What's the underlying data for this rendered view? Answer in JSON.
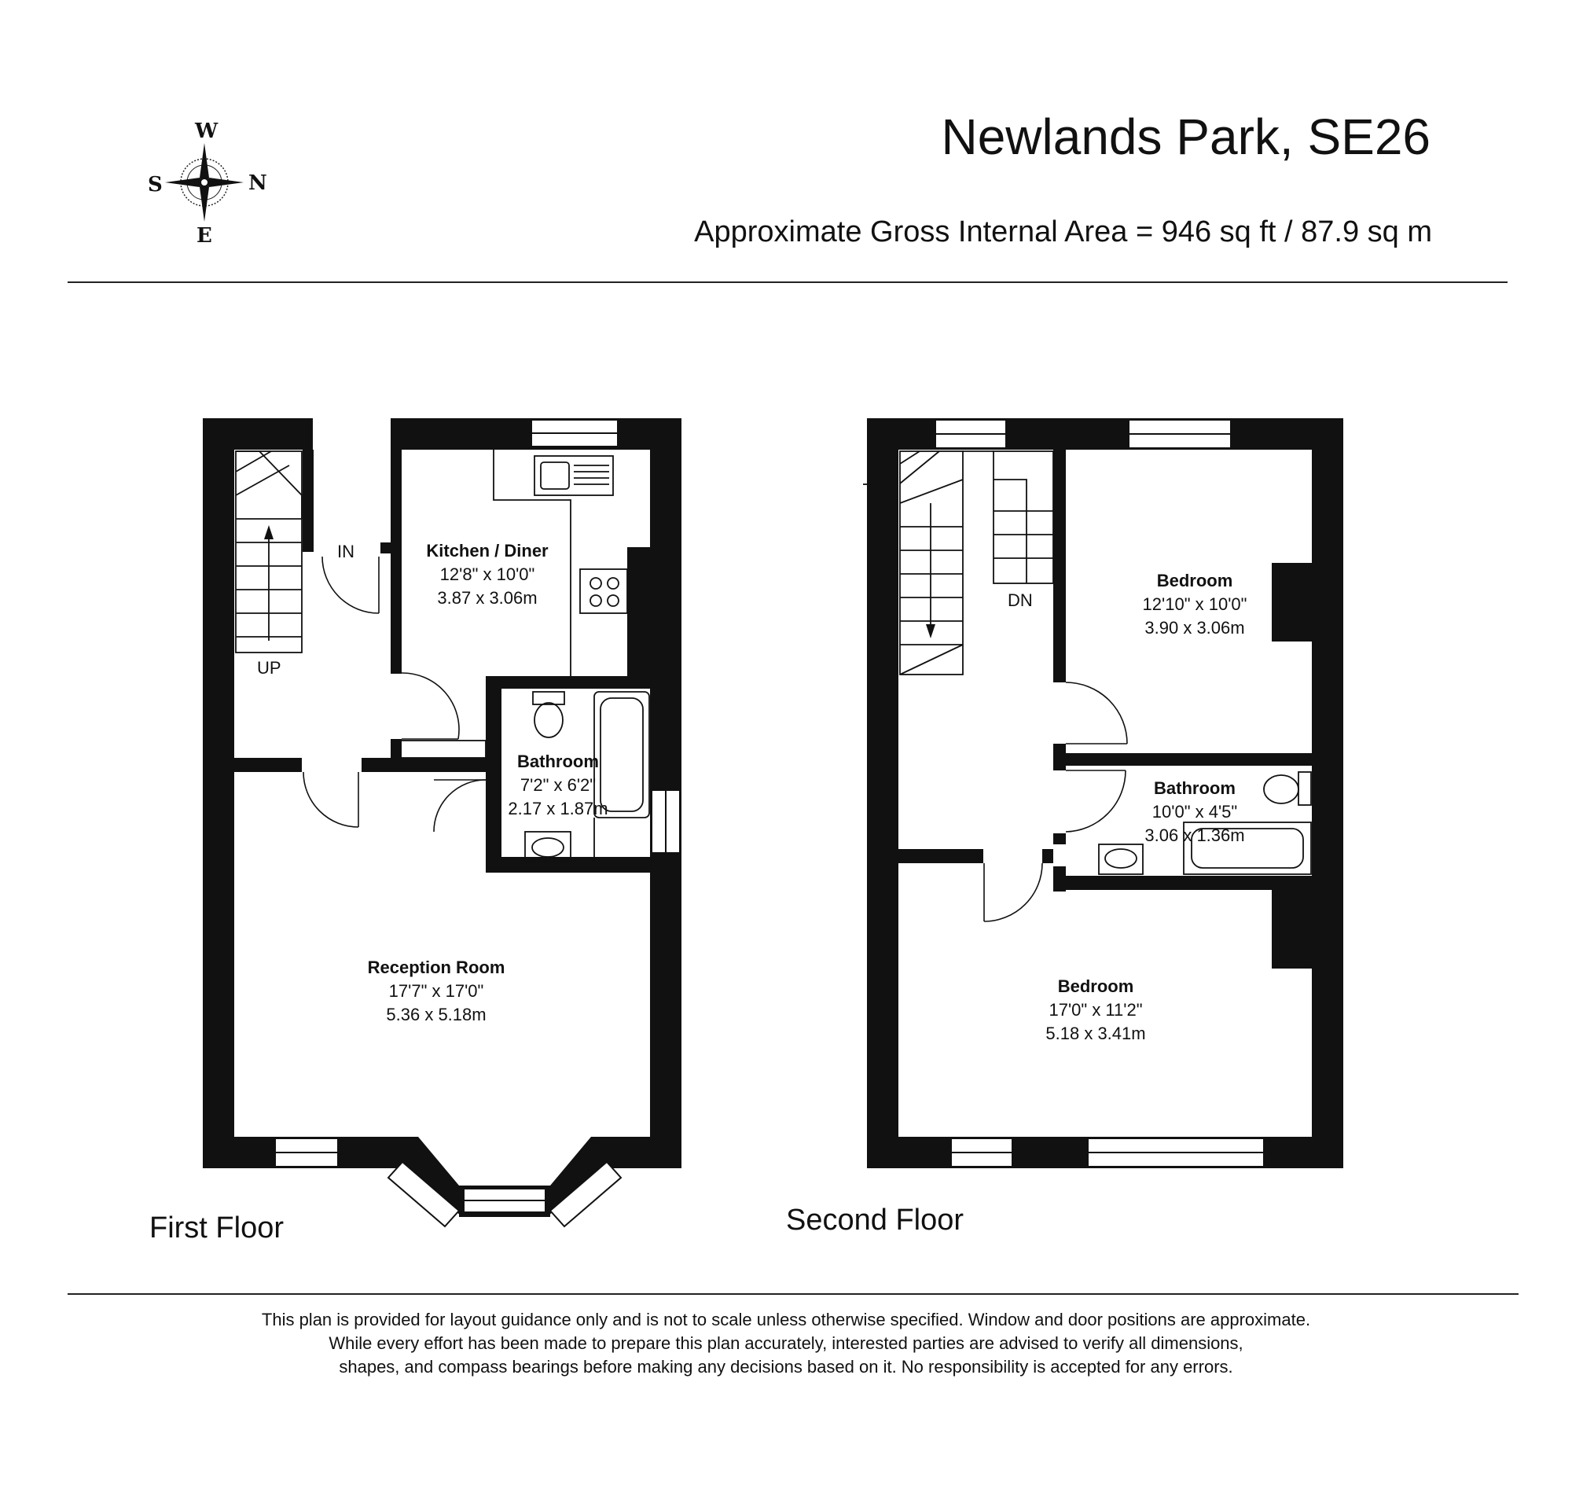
{
  "header": {
    "title": "Newlands Park, SE26",
    "area": "Approximate Gross Internal Area = 946 sq ft / 87.9 sq m"
  },
  "compass": {
    "north": "N",
    "south": "S",
    "east": "E",
    "west": "W"
  },
  "floors": [
    {
      "label": "First Floor",
      "rooms": [
        {
          "name": "Kitchen / Diner",
          "imperial": "12'8\" x 10'0\"",
          "metric": "3.87 x 3.06m"
        },
        {
          "name": "Bathroom",
          "imperial": "7'2\" x 6'2\"",
          "metric": "2.17 x 1.87m"
        },
        {
          "name": "Reception Room",
          "imperial": "17'7\" x 17'0\"",
          "metric": "5.36 x 5.18m"
        }
      ],
      "markers": {
        "up": "UP",
        "in": "IN"
      }
    },
    {
      "label": "Second Floor",
      "rooms": [
        {
          "name": "Bedroom",
          "imperial": "12'10\" x 10'0\"",
          "metric": "3.90 x 3.06m"
        },
        {
          "name": "Bathroom",
          "imperial": "10'0\" x 4'5\"",
          "metric": "3.06 x 1.36m"
        },
        {
          "name": "Bedroom",
          "imperial": "17'0\" x 11'2\"",
          "metric": "5.18 x 3.41m"
        }
      ],
      "markers": {
        "down": "DN"
      }
    }
  ],
  "disclaimer": [
    "This plan is provided for layout guidance only and is not to scale unless otherwise specified. Window and door positions are approximate.",
    "While every effort has been made to prepare this plan accurately, interested parties are advised to verify all dimensions,",
    "shapes, and compass bearings before making any decisions based on it. No responsibility is accepted for any errors."
  ]
}
